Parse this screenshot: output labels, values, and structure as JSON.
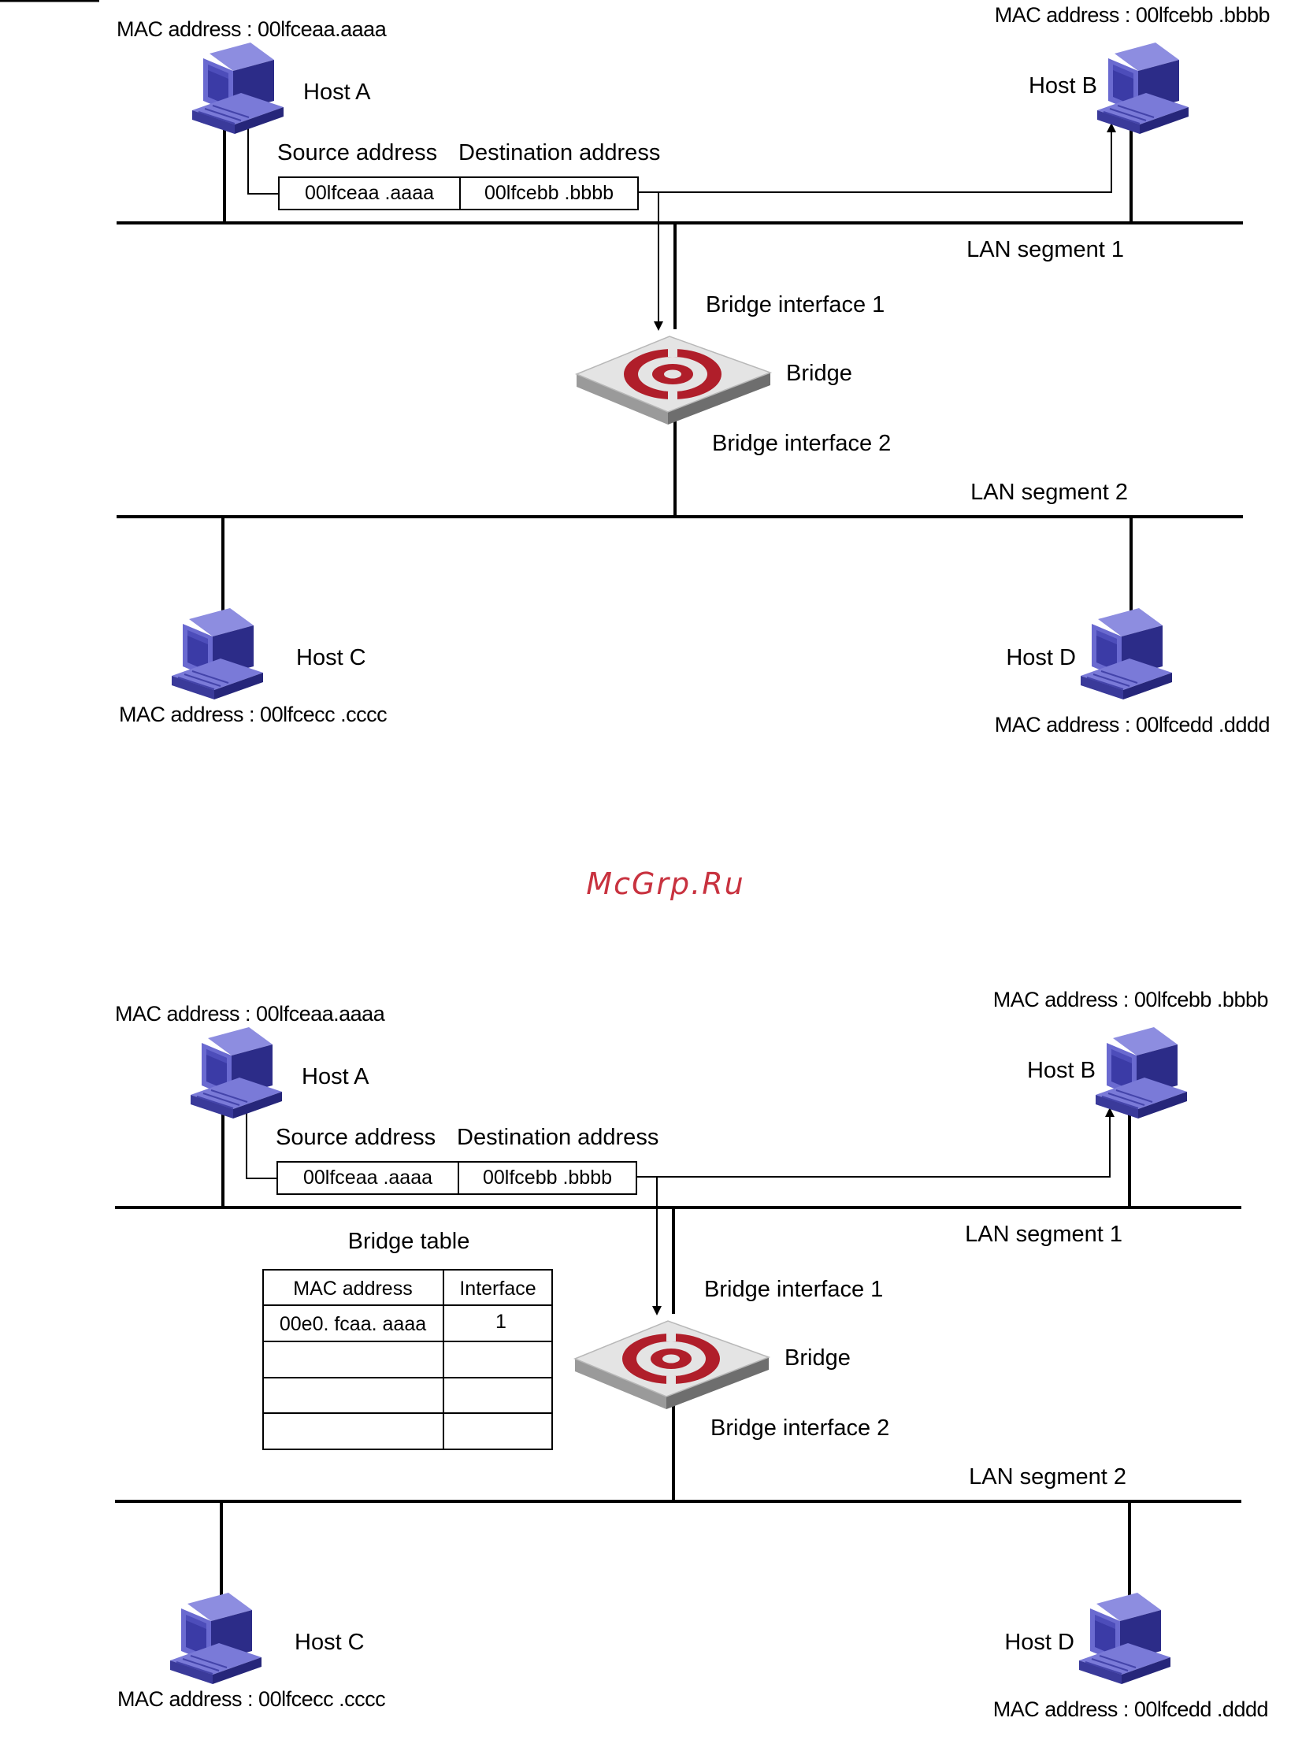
{
  "colors": {
    "line": "#000000",
    "watermark": "#c8323f",
    "bridge_logo": "#b01e2a",
    "computer_screen": "#3b3ba6",
    "computer_body": "#6a6ad0"
  },
  "icons": {
    "host": "desktop-computer-icon",
    "bridge": "bridge-switch-icon"
  },
  "watermark": "McGrp.Ru",
  "diagram1": {
    "host_a": {
      "label": "Host A",
      "mac": "MAC address : 00lfceaa.aaaa"
    },
    "host_b": {
      "label": "Host B",
      "mac": "MAC address : 00lfcebb .bbbb"
    },
    "host_c": {
      "label": "Host C",
      "mac": "MAC address : 00lfcecc .cccc"
    },
    "host_d": {
      "label": "Host D",
      "mac": "MAC address : 00lfcedd .dddd"
    },
    "frame": {
      "source_label": "Source address",
      "destination_label": "Destination address",
      "source_value": "00lfceaa .aaaa",
      "destination_value": "00lfcebb .bbbb"
    },
    "lan_segment_1": "LAN segment 1",
    "lan_segment_2": "LAN segment 2",
    "bridge_interface_1": "Bridge interface 1",
    "bridge_interface_2": "Bridge interface 2",
    "bridge_label": "Bridge"
  },
  "diagram2": {
    "host_a": {
      "label": "Host A",
      "mac": "MAC address : 00lfceaa.aaaa"
    },
    "host_b": {
      "label": "Host B",
      "mac": "MAC address : 00lfcebb .bbbb"
    },
    "host_c": {
      "label": "Host C",
      "mac": "MAC address : 00lfcecc .cccc"
    },
    "host_d": {
      "label": "Host D",
      "mac": "MAC address : 00lfcedd .dddd"
    },
    "frame": {
      "source_label": "Source address",
      "destination_label": "Destination address",
      "source_value": "00lfceaa .aaaa",
      "destination_value": "00lfcebb .bbbb"
    },
    "lan_segment_1": "LAN segment 1",
    "lan_segment_2": "LAN segment 2",
    "bridge_interface_1": "Bridge interface 1",
    "bridge_interface_2": "Bridge interface 2",
    "bridge_label": "Bridge",
    "bridge_table": {
      "title": "Bridge table",
      "headers": [
        "MAC address",
        "Interface"
      ],
      "rows": [
        [
          "00e0. fcaa. aaaa",
          "1"
        ],
        [
          "",
          ""
        ],
        [
          "",
          ""
        ],
        [
          "",
          ""
        ]
      ]
    }
  }
}
